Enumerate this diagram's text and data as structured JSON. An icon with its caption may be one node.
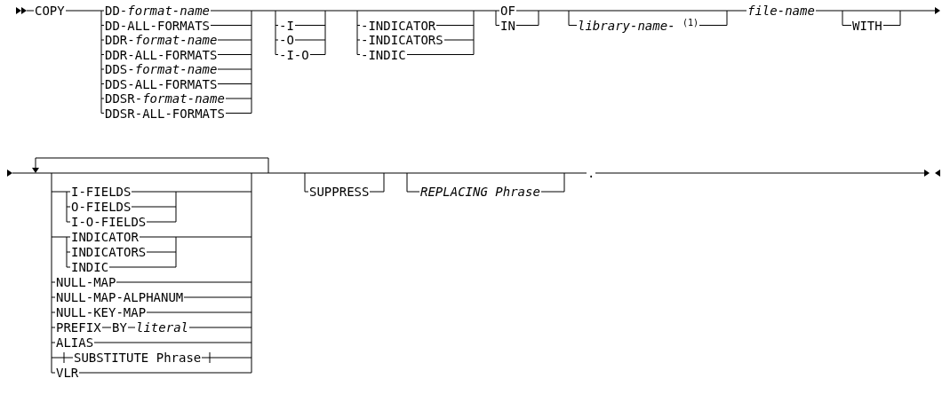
{
  "diagram": {
    "labels": [
      "COPY",
      "DD-*format-name*",
      "DD-ALL-FORMATS",
      "DDR-*format-name*",
      "DDR-ALL-FORMATS",
      "DDS-*format-name*",
      "DDS-ALL-FORMATS",
      "DDSR-*format-name*",
      "DDSR-ALL-FORMATS",
      "-I",
      "-O",
      "-I-O",
      "-INDICATOR",
      "-INDICATORS",
      "-INDIC",
      "OF",
      "IN",
      "*library-name-* $^{(1)}$",
      "file-name",
      "WITH",
      "I-FIELDS",
      "O-FIELDS",
      "I-O-FIELDS",
      "INDICATOR",
      "INDICATORS",
      "INDIC",
      "NULL-MAP",
      "NULL-MAP-ALPHANUM",
      "NULL-KEY-MAP",
      "PREFIX",
      "BY",
      "literal",
      "ALIAS",
      "SUBSTITUTE Phrase",
      "VLR",
      "SUPPRESS",
      "REPLACING Phrase",
      "."
    ]
  }
}
